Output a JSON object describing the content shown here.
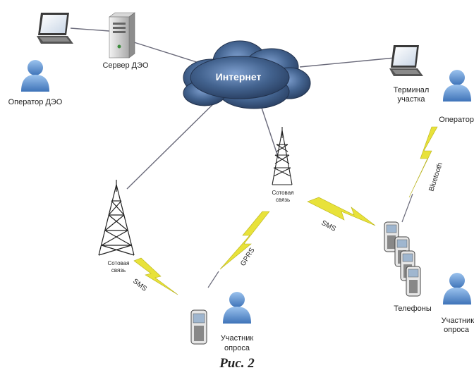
{
  "diagram": {
    "internet_label": "Интернет",
    "server_label": "Сервер ДЭО",
    "operator_deo_label": "Оператор ДЭО",
    "terminal_label_line1": "Терминал",
    "terminal_label_line2": "участка",
    "operator_label": "Оператор",
    "tower_center_label_line1": "Сотовая",
    "tower_center_label_line2": "связь",
    "tower_left_label_line1": "Сотовая",
    "tower_left_label_line2": "связь",
    "link_bluetooth": "Bluetooth",
    "link_sms_right": "SMS",
    "link_gprs": "GPRS",
    "link_sms_left": "SMS",
    "phones_label": "Телефоны",
    "participant_right_line1": "Участник",
    "participant_right_line2": "опроса",
    "participant_bottom_line1": "Участник",
    "participant_bottom_line2": "опроса"
  },
  "caption": "Рис. 2",
  "colors": {
    "cloud": "#3f5f8f",
    "person": "#5b8fd0",
    "lightning": "#e8e23a",
    "line": "#6a6a7a"
  }
}
